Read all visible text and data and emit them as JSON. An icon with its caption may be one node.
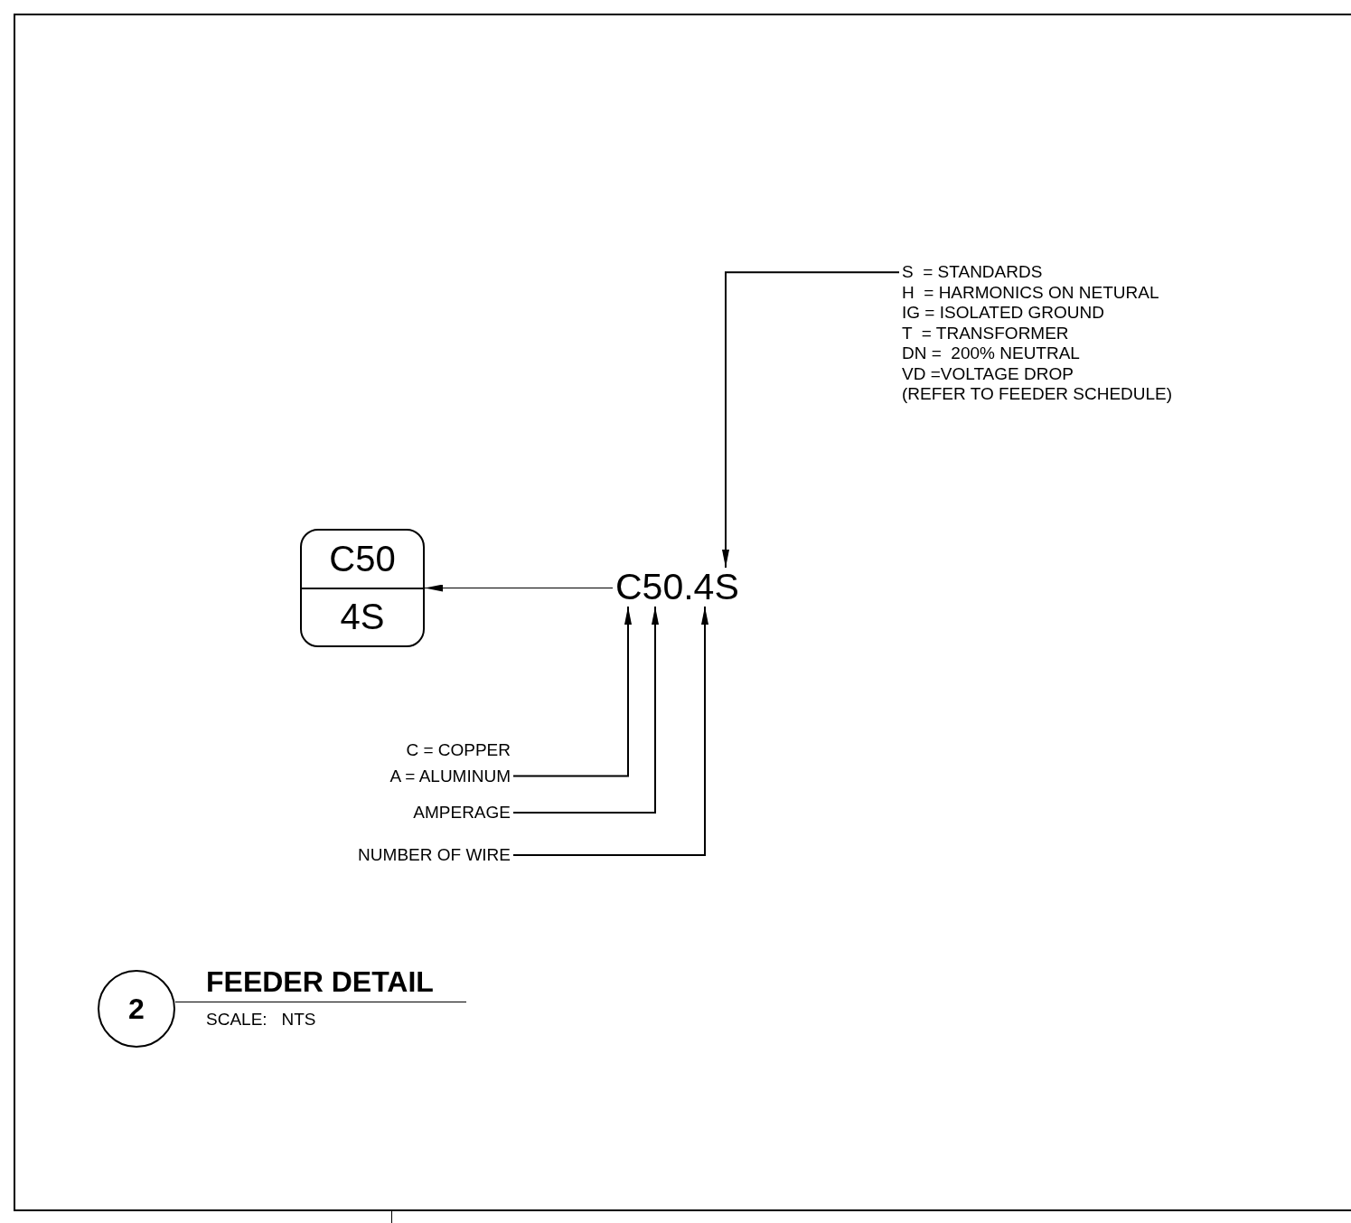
{
  "diagram": {
    "title": "FEEDER DETAIL",
    "nodes": [
      {
        "text": [
          "C50",
          "4S"
        ]
      },
      {
        "text": [
          "C50.4S"
        ]
      },
      {
        "text": [
          "S  = STANDARDS",
          "H  = HARMONICS ON NETURAL",
          "IG = ISOLATED GROUND",
          "T  = TRANSFORMER",
          "DN =  200% NEUTRAL",
          "VD =VOLTAGE DROP",
          "(REFER TO FEEDER SCHEDULE)"
        ]
      },
      {
        "text": [
          "C = COPPER",
          "A = ALUMINUM"
        ]
      },
      {
        "text": [
          "AMPERAGE"
        ]
      },
      {
        "text": [
          "NUMBER OF WIRE"
        ]
      }
    ],
    "edges": [
      {
        "from": 1,
        "to": 0,
        "arrow": "to"
      },
      {
        "from": 2,
        "to": 1,
        "arrow": "to"
      },
      {
        "from": 3,
        "to": 1,
        "arrow": "to"
      },
      {
        "from": 4,
        "to": 1,
        "arrow": "to"
      },
      {
        "from": 5,
        "to": 1,
        "arrow": "to"
      }
    ],
    "labels": [
      "2",
      "SCALE:   NTS"
    ]
  }
}
